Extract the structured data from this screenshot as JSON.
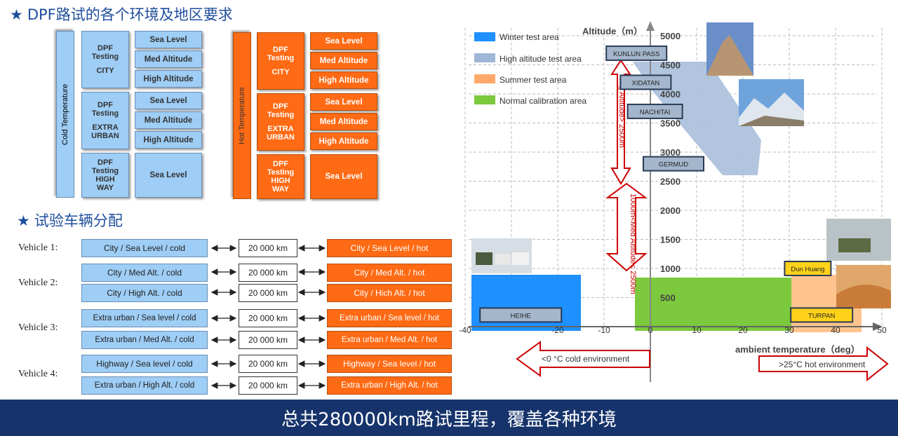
{
  "section1": {
    "star": "★",
    "title": "DPF路试的各个环境及地区要求"
  },
  "section2": {
    "star": "★",
    "title": "试验车辆分配"
  },
  "cold": {
    "side_label": "Cold Temperature",
    "groups": [
      {
        "lines": [
          "DPF",
          "Testing",
          "",
          "CITY"
        ],
        "levels": [
          "Sea Level",
          "Med Altitude",
          "High Altitude"
        ]
      },
      {
        "lines": [
          "DPF",
          "Testing",
          "",
          "EXTRA",
          "URBAN"
        ],
        "levels": [
          "Sea Level",
          "Med Altitude",
          "High Altitude"
        ]
      },
      {
        "lines": [
          "DPF",
          "Testing",
          "HIGH",
          "WAY"
        ],
        "levels": [
          "Sea Level"
        ]
      }
    ]
  },
  "hot": {
    "side_label": "Hot Temperature",
    "groups": [
      {
        "lines": [
          "DPF",
          "Testing",
          "",
          "CITY"
        ],
        "levels": [
          "Sea Level",
          "Med Altitude",
          "High Altitude"
        ]
      },
      {
        "lines": [
          "DPF",
          "Testing",
          "",
          "EXTRA",
          "URBAN"
        ],
        "levels": [
          "Sea Level",
          "Med Altitude",
          "High Altitude"
        ]
      },
      {
        "lines": [
          "DPF",
          "Testing",
          "HIGH",
          "WAY"
        ],
        "levels": [
          "Sea Level"
        ]
      }
    ]
  },
  "vehicles": [
    {
      "label": "Vehicle 1:",
      "rows": [
        {
          "cold": "City / Sea Level / cold",
          "km": "20 000 km",
          "hot": "City / Sea Level / hot"
        }
      ]
    },
    {
      "label": "Vehicle 2:",
      "rows": [
        {
          "cold": "City / Med Alt. / cold",
          "km": "20 000 km",
          "hot": "City / Med Alt. / hot"
        },
        {
          "cold": "City / High Alt. / cold",
          "km": "20 000 km",
          "hot": "City / Hich Alt. / hot"
        }
      ]
    },
    {
      "label": "Vehicle 3:",
      "rows": [
        {
          "cold": "Extra urban / Sea level / cold",
          "km": "20 000 km",
          "hot": "Extra urban / Sea level / hot"
        },
        {
          "cold": "Extra urban / Med Alt. / cold",
          "km": "20 000 km",
          "hot": "Extra urban / Med Alt. / hot"
        }
      ]
    },
    {
      "label": "Vehicle 4:",
      "rows": [
        {
          "cold": "Highway / Sea level / cold",
          "km": "20 000 km",
          "hot": "Highway / Sea level / hot"
        },
        {
          "cold": "Extra urban / High Alt. / cold",
          "km": "20 000 km",
          "hot": "Extra urban / High Alt. / hot"
        }
      ]
    }
  ],
  "chart_data": {
    "type": "scatter",
    "ylabel": "Altitude（m）",
    "xlabel": "ambient temperature（deg）",
    "xlim": [
      -40,
      50
    ],
    "ylim": [
      0,
      5000
    ],
    "x_ticks": [
      "-40",
      "-20",
      "-10",
      "0",
      "10",
      "20",
      "30",
      "40",
      "50"
    ],
    "y_ticks": [
      "500",
      "1000",
      "1500",
      "2000",
      "2500",
      "3000",
      "3500",
      "4000",
      "4500",
      "5000"
    ],
    "legend": [
      {
        "label": "Winter test area",
        "color": "#1e90ff"
      },
      {
        "label": "High altitude test area",
        "color": "#9fb6d6"
      },
      {
        "label": "Summer test area",
        "color": "#ffa86b"
      },
      {
        "label": "Normal calibration area",
        "color": "#7cc93d"
      }
    ],
    "locations": [
      {
        "name": "KUNLUN PASS",
        "x": -3,
        "y": 4700,
        "style": "gray"
      },
      {
        "name": "XIDATAN",
        "x": -1,
        "y": 4200,
        "style": "gray"
      },
      {
        "name": "NACHITAI",
        "x": 1,
        "y": 3700,
        "style": "gray"
      },
      {
        "name": "GERMUD",
        "x": 5,
        "y": 2800,
        "style": "gray"
      },
      {
        "name": "HEIHE",
        "x": -28,
        "y": 200,
        "style": "gray"
      },
      {
        "name": "Dun Huang",
        "x": 34,
        "y": 1000,
        "style": "yellow"
      },
      {
        "name": "TURPAN",
        "x": 37,
        "y": 200,
        "style": "yellow"
      }
    ],
    "annotations": {
      "high_altitude": "Hig Altitude> 2500m",
      "med_altitude": "1000m<Med Altitude< 2500m",
      "cold_env": "<0 °C  cold environment",
      "hot_env": ">25°C  hot environment"
    }
  },
  "footer": "总共280000km路试里程，覆盖各种环境"
}
